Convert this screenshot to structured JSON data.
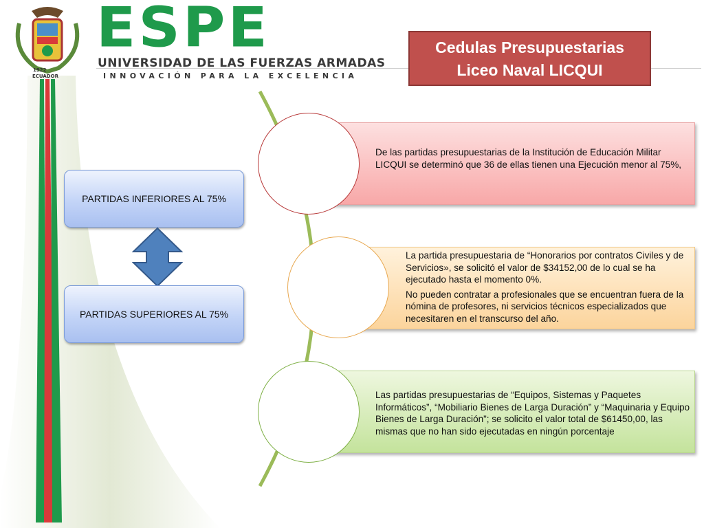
{
  "header": {
    "wordmark": "ESPE",
    "university": "UNIVERSIDAD DE LAS FUERZAS ARMADAS",
    "slogan": "INNOVACIÓN PARA LA EXCELENCIA",
    "crest_year": "1922",
    "crest_country": "ECUADOR",
    "brand_color": "#1f9a4b"
  },
  "title": {
    "line1": "Cedulas Presupuestarias",
    "line2": "Liceo Naval LICQUI",
    "color": "#c0504d"
  },
  "left_boxes": {
    "inferior": "PARTIDAS INFERIORES AL 75%",
    "superior": "PARTIDAS SUPERIORES AL 75%",
    "arrow_icon": "double-arrow-icon"
  },
  "panels": [
    {
      "text": "De las partidas presupuestarias de la Institución de Educación Militar LICQUI se determinó que 36 de ellas tienen una Ejecución menor al 75%,",
      "color": "#f8a8a8"
    },
    {
      "paragraphs": [
        "La partida presupuestaria de “Honorarios por contratos Civiles y de Servicios», se solicitó el valor de $34152,00 de lo cual se ha ejecutado hasta el momento 0%.",
        "No pueden contratar a profesionales que se encuentran fuera de la nómina de profesores, ni servicios técnicos especializados que necesitaren en el transcurso del año."
      ],
      "color": "#fcd49c"
    },
    {
      "text": "Las partidas presupuestarias de “Equipos, Sistemas y Paquetes Informáticos”, “Mobiliario Bienes de Larga Duración” y “Maquinaria y Equipo Bienes de Larga Duración”; se solicito el valor total de $61450,00, las mismas que no han sido ejecutadas en ningún porcentaje",
      "color": "#c4e39c"
    }
  ]
}
